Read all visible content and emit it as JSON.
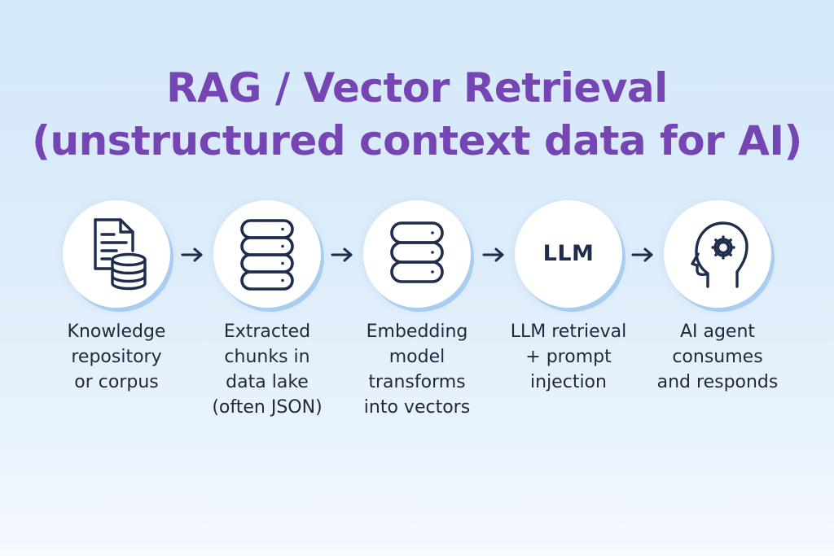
{
  "title": {
    "line1": "RAG / Vector Retrieval",
    "line2": "(unstructured context data for AI)"
  },
  "steps": [
    {
      "label": "Knowledge\nrepository\nor corpus",
      "icon": "document-database-icon"
    },
    {
      "label": "Extracted\nchunks in\ndata lake\n(often JSON)",
      "icon": "database-icon"
    },
    {
      "label": "Embedding\nmodel\ntransforms\ninto vectors",
      "icon": "database-icon"
    },
    {
      "label": "LLM retrieval\n+ prompt\ninjection",
      "icon_text": "LLM"
    },
    {
      "label": "AI agent\nconsumes\nand responds",
      "icon": "head-gear-icon"
    }
  ],
  "colors": {
    "title": "#7445b3",
    "icon_stroke": "#1f2d4c",
    "circle_fill": "#ffffff",
    "circle_shadow": "#a9cdf0",
    "background_top": "#d5e9fb",
    "background_bottom": "#f6f9fe"
  }
}
